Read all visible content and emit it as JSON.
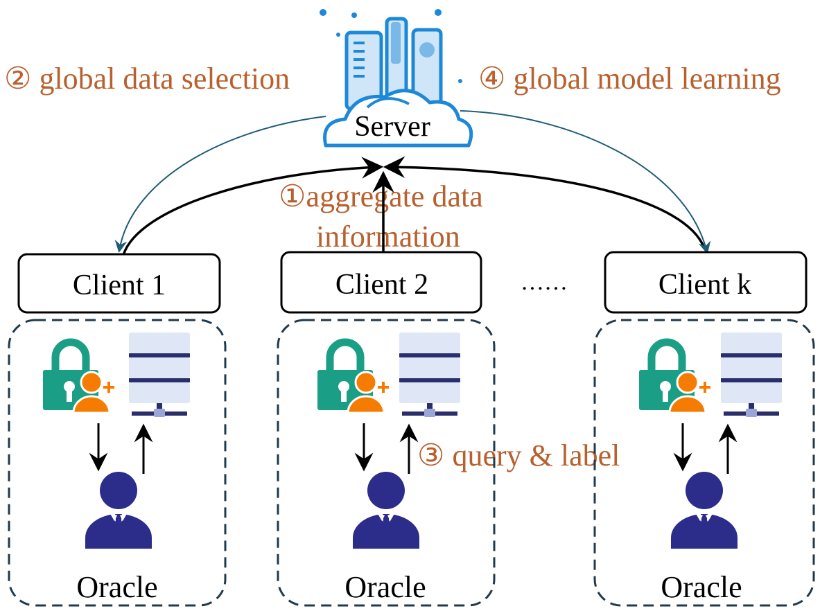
{
  "server": {
    "label": "Server"
  },
  "steps": {
    "step1_line1": "①aggregate data",
    "step1_line2": "information",
    "step2": "② global data selection",
    "step3": "③ query & label",
    "step4": "④ global model learning"
  },
  "clients": [
    {
      "label": "Client 1",
      "oracle": "Oracle"
    },
    {
      "label": "Client 2",
      "oracle": "Oracle"
    },
    {
      "label": "Client k",
      "oracle": "Oracle"
    }
  ],
  "ellipsis": "……",
  "colors": {
    "step_text": "#b8612f",
    "server_blue": "#1e88d8",
    "server_light": "#cfe6f8",
    "lock_green": "#1a9e86",
    "person_orange": "#f57c00",
    "rack_light": "#dfe6f5",
    "rack_dark": "#2a2f6b",
    "oracle_navy": "#2c2c8a",
    "arrow_teal": "#1f5c7a"
  },
  "icons": [
    "server-cloud-icon",
    "lock-user-icon",
    "database-server-icon",
    "oracle-person-icon"
  ]
}
